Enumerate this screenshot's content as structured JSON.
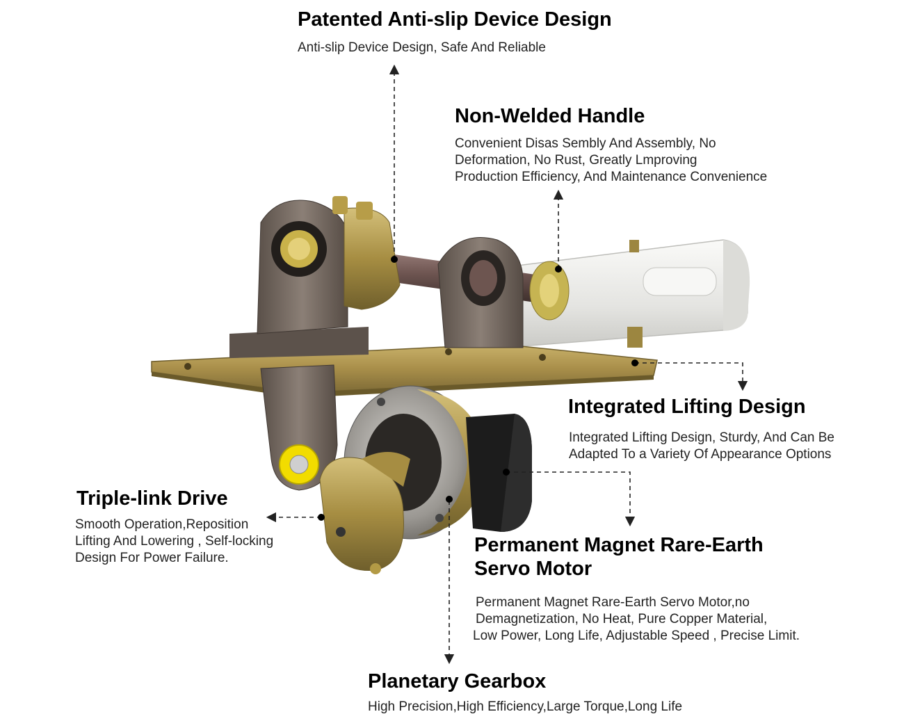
{
  "callouts": {
    "anti_slip": {
      "title": "Patented Anti-slip Device Design",
      "lines": [
        "Anti-slip Device Design, Safe And Reliable"
      ]
    },
    "handle": {
      "title": "Non-Welded Handle",
      "lines": [
        "Convenient Disas Sembly And Assembly, No",
        "Deformation, No Rust, Greatly Lmproving",
        "Production Efficiency, And Maintenance Convenience"
      ]
    },
    "lifting": {
      "title": "Integrated Lifting Design",
      "lines": [
        "Integrated Lifting Design, Sturdy, And Can Be",
        "Adapted To a Variety Of Appearance Options"
      ]
    },
    "triple_link": {
      "title": "Triple-link Drive",
      "lines": [
        "Smooth Operation,Reposition",
        "Lifting And Lowering , Self-locking",
        "Design For Power Failure."
      ]
    },
    "motor": {
      "title_lines": [
        "Permanent Magnet Rare-Earth",
        "Servo Motor"
      ],
      "lines": [
        "Permanent Magnet Rare-Earth Servo Motor,no",
        "Demagnetization, No Heat, Pure Copper Material,",
        "Low Power, Long Life, Adjustable Speed , Precise Limit."
      ]
    },
    "gearbox": {
      "title": "Planetary Gearbox",
      "lines": [
        "High Precision,High Efficiency,Large Torque,Long Life"
      ]
    }
  },
  "colors": {
    "brass": "#b39a45",
    "bracket": "#6e625a",
    "motor": "#1c1c1c",
    "handle": "#ececea",
    "accent_yellow": "#f2dc00",
    "leader": "#222222"
  }
}
